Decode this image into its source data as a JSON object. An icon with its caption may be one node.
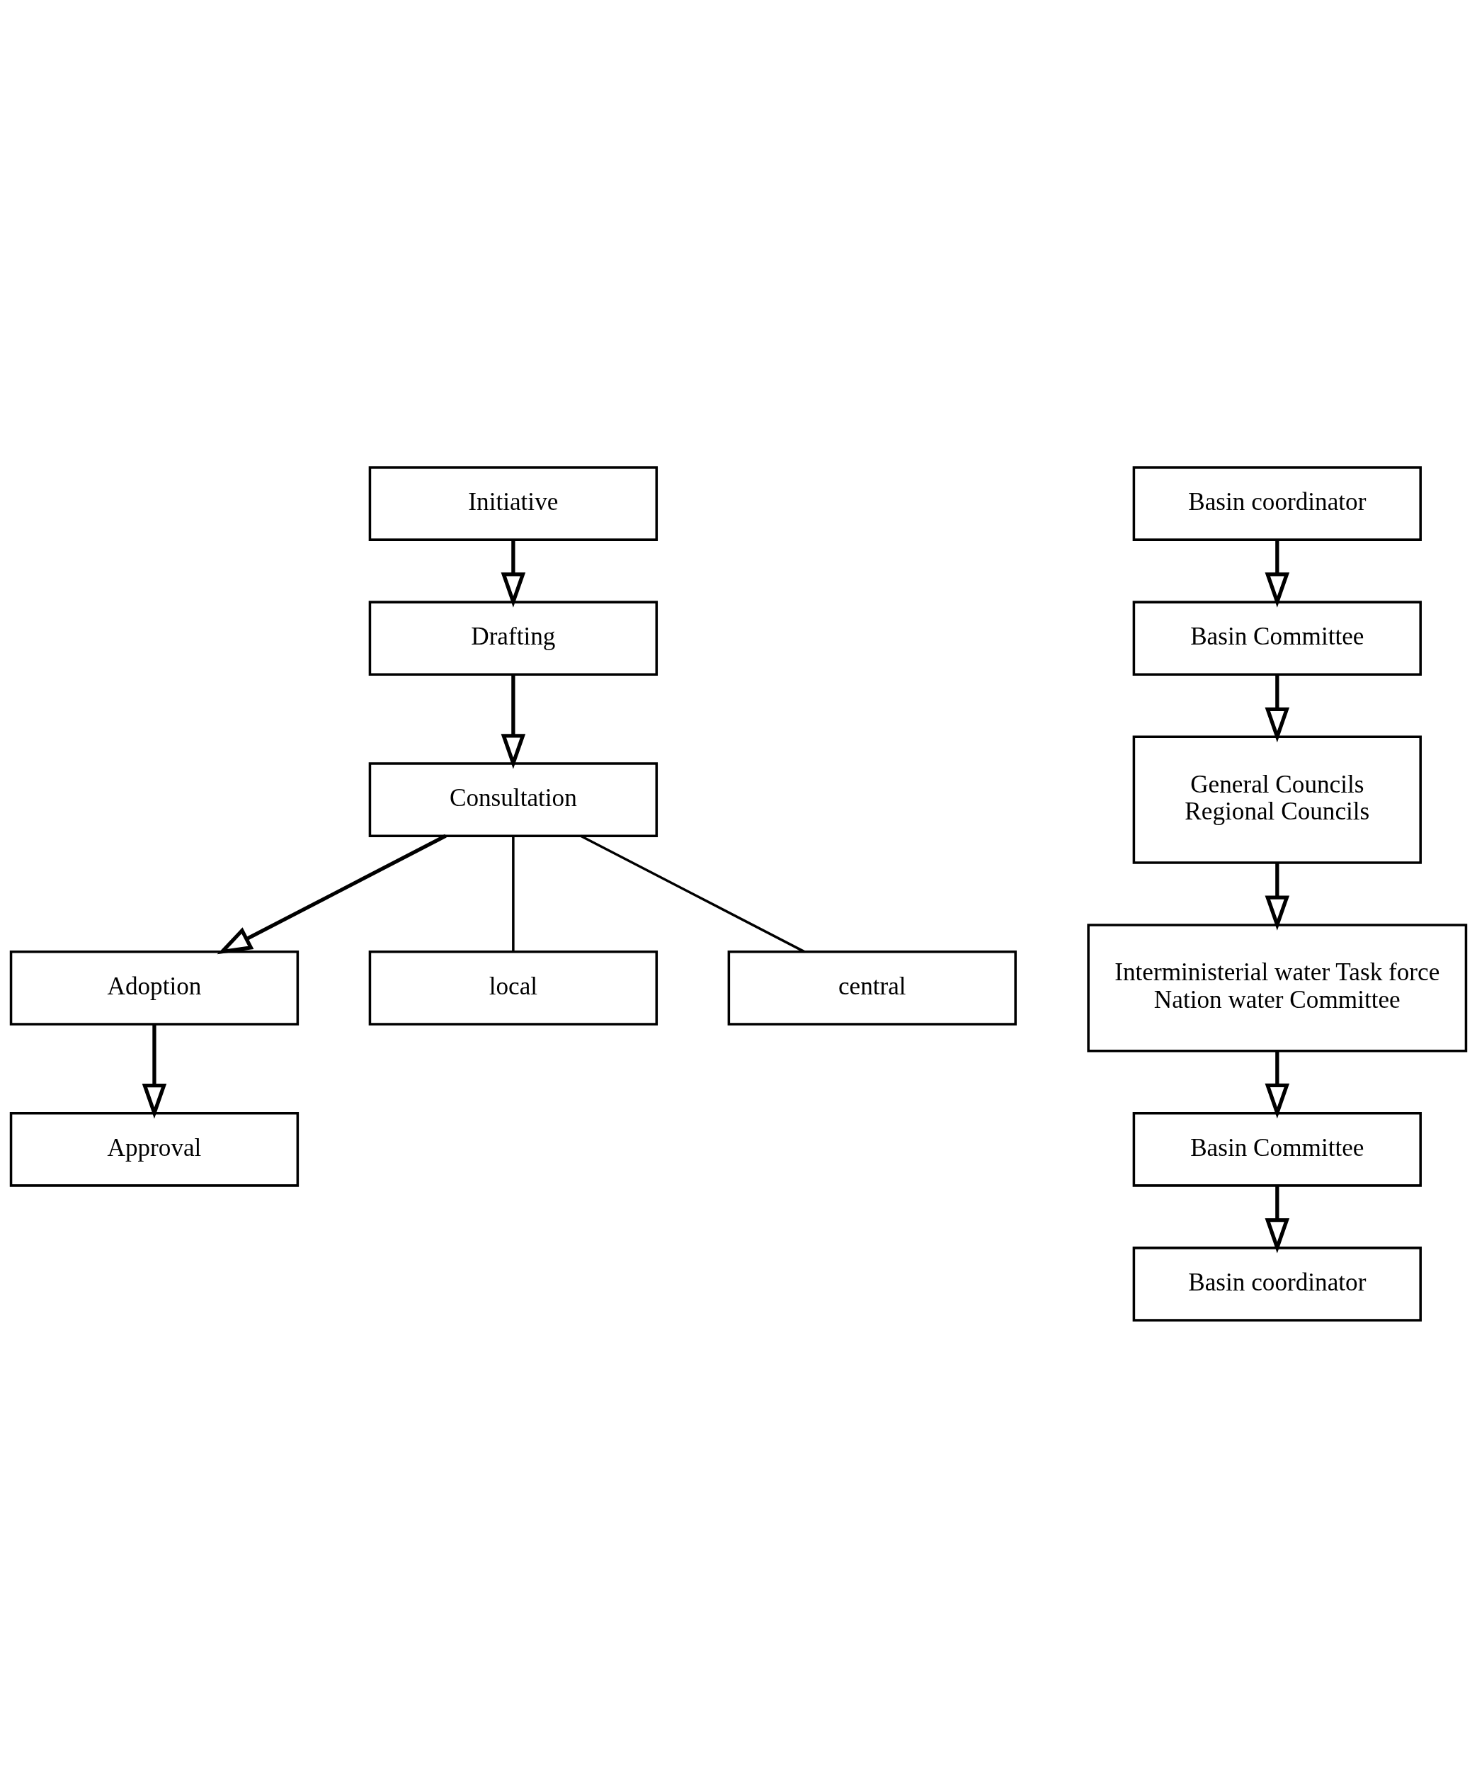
{
  "diagram": {
    "nodes": [
      {
        "text": [
          "Initiative"
        ]
      },
      {
        "text": [
          "Drafting"
        ]
      },
      {
        "text": [
          "Consultation"
        ]
      },
      {
        "text": [
          "Adoption"
        ]
      },
      {
        "text": [
          "Approval"
        ]
      },
      {
        "text": [
          "local"
        ]
      },
      {
        "text": [
          "central"
        ]
      },
      {
        "text": [
          "Basin coordinator"
        ]
      },
      {
        "text": [
          "Basin Committee"
        ]
      },
      {
        "text": [
          "General Councils",
          "Regional Councils"
        ]
      },
      {
        "text": [
          "Interministerial water Task force",
          "Nation water Committee"
        ]
      },
      {
        "text": [
          "Basin Committee"
        ]
      },
      {
        "text": [
          "Basin coordinator"
        ]
      }
    ],
    "edges": [
      {
        "from": 0,
        "to": 1,
        "arrow": "to"
      },
      {
        "from": 1,
        "to": 2,
        "arrow": "to"
      },
      {
        "from": 2,
        "to": 5,
        "arrow": "none"
      },
      {
        "from": 2,
        "to": 6,
        "arrow": "none"
      },
      {
        "from": 2,
        "to": 3,
        "arrow": "to"
      },
      {
        "from": 3,
        "to": 4,
        "arrow": "to"
      },
      {
        "from": 7,
        "to": 8,
        "arrow": "to"
      },
      {
        "from": 8,
        "to": 9,
        "arrow": "to"
      },
      {
        "from": 9,
        "to": 10,
        "arrow": "to"
      },
      {
        "from": 10,
        "to": 11,
        "arrow": "to"
      },
      {
        "from": 11,
        "to": 12,
        "arrow": "to"
      }
    ]
  }
}
